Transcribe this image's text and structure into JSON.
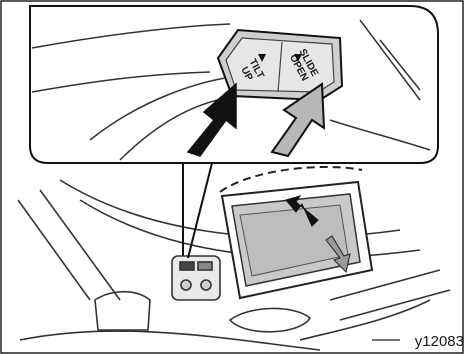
{
  "switch": {
    "tilt_line1": "TILT",
    "tilt_line2": "UP",
    "slide_line1": "SLIDE",
    "slide_line2": "OPEN"
  },
  "figure_code": "y12083"
}
